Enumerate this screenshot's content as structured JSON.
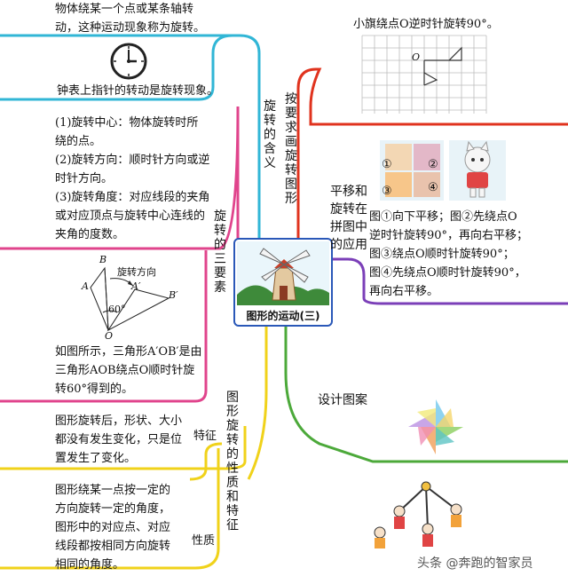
{
  "center": {
    "title": "图形的运动(三)"
  },
  "branches": {
    "meaning": {
      "label": "旋转的含义",
      "def": [
        "物体绕某一个点或某条轴转",
        "动，这种运动现象称为旋转。"
      ],
      "clock_note": "钟表上指针的转动是旋转现象。"
    },
    "three_elements": {
      "label": "旋转的三要素",
      "items": [
        "(1)旋转中心：物体旋转时所",
        "绕的点。",
        "(2)旋转方向：顺时针方向或逆",
        "时针方向。",
        "(3)旋转角度：对应线段的夹角",
        "或对应顶点与旋转中心连线的",
        "夹角的度数。"
      ],
      "figure": {
        "B": "B",
        "A": "A",
        "A_prime": "A′",
        "B_prime": "B′",
        "O": "O",
        "angle": "60°",
        "direction": "旋转方向"
      },
      "caption": [
        "如图所示，三角形A′OB′是由",
        "三角形AOB绕点O顺时针旋",
        "转60°得到的。"
      ]
    },
    "properties": {
      "label": "图形旋转的性质和特征",
      "feature_label": "特征",
      "feature": [
        "图形旋转后，形状、大小",
        "都没有发生变化，只是位",
        "置发生了变化。"
      ],
      "property_label": "性质",
      "property": [
        "图形绕某一点按一定的",
        "方向旋转一定的角度，",
        "图形中的对应点、对应",
        "线段都按相同方向旋转",
        "相同的角度。"
      ]
    },
    "draw": {
      "label": "按要求画旋转图形",
      "caption": "小旗绕点O逆时针旋转90°。",
      "o_label": "O"
    },
    "puzzle": {
      "label": [
        "平移和",
        "旋转在",
        "拼图中",
        "的应用"
      ],
      "nums": [
        "①",
        "②",
        "③",
        "④"
      ],
      "steps": [
        "图①向下平移；图②先绕点O",
        "逆时针旋转90°，再向右平移；",
        "图③绕点O顺时针旋转90°；",
        "图④先绕点O顺时针旋转90°，",
        "再向右平移。"
      ]
    },
    "design": {
      "label": "设计图案"
    }
  },
  "watermark": "头条 @奔跑的智家员",
  "colors": {
    "cyan": "#31b6d6",
    "pink": "#e0448c",
    "yellow": "#f0d21a",
    "red": "#e0331e",
    "purple": "#7b3fb8",
    "green": "#4ca93a"
  }
}
